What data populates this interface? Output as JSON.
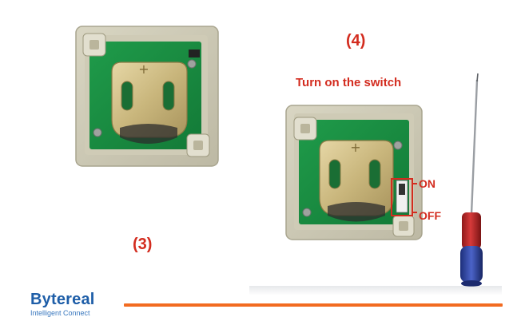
{
  "steps": {
    "left_label": "(3)",
    "right_label": "(4)",
    "caption": "Turn on the switch"
  },
  "switch": {
    "on_label": "ON",
    "off_label": "OFF"
  },
  "brand": {
    "name": "Bytereal",
    "tagline": "Intelligent Connect"
  },
  "colors": {
    "annotation_red": "#d32c1f",
    "brand_blue": "#1e5ea8",
    "footer_orange": "#f26b21"
  }
}
